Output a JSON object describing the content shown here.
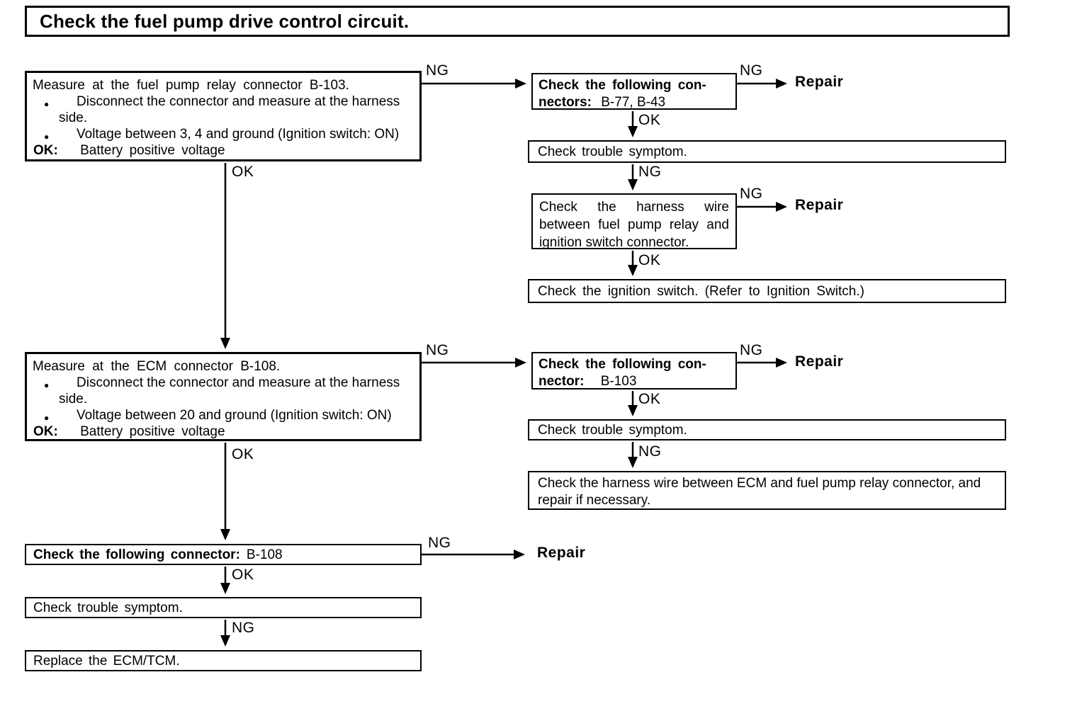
{
  "title": "Check the fuel pump drive control circuit.",
  "colors": {
    "ink": "#000000",
    "paper": "#ffffff"
  },
  "labels": {
    "ok": "OK",
    "ng": "NG",
    "repair": "Repair",
    "bullet": "●"
  },
  "boxes": {
    "measure_relay": {
      "heading": "Measure at the fuel pump relay connector B-103.",
      "bullets": [
        "Disconnect the connector and measure at the harness side.",
        "Voltage between 3, 4 and ground (Ignition switch: ON)"
      ],
      "ok_prefix": "OK:",
      "ok_value": "Battery positive voltage"
    },
    "check_connectors_1": {
      "bold_line1": "Check the following con-",
      "bold_line2": "nectors:",
      "value": "B-77, B-43"
    },
    "trouble_1": {
      "text": "Check trouble symptom."
    },
    "harness_ignition": {
      "text": "Check the harness wire between fuel pump relay and ignition switch connector."
    },
    "ignition_switch": {
      "text": "Check the ignition switch. (Refer to Ignition Switch.)"
    },
    "measure_ecm": {
      "heading": "Measure at the ECM connector B-108.",
      "bullets": [
        "Disconnect the connector and measure at the harness side.",
        "Voltage between 20 and ground (Ignition switch: ON)"
      ],
      "ok_prefix": "OK:",
      "ok_value": "Battery positive voltage"
    },
    "check_connector_2": {
      "bold_line1": "Check the following con-",
      "bold_line2": "nector:",
      "value": "B-103"
    },
    "trouble_2": {
      "text": "Check trouble symptom."
    },
    "harness_ecm": {
      "text": "Check the harness wire between ECM and fuel pump relay connector, and repair if necessary."
    },
    "check_connector_3": {
      "bold": "Check the following connector:",
      "value": "B-108"
    },
    "trouble_3": {
      "text": "Check trouble symptom."
    },
    "replace_ecm": {
      "text": "Replace the ECM/TCM."
    }
  }
}
